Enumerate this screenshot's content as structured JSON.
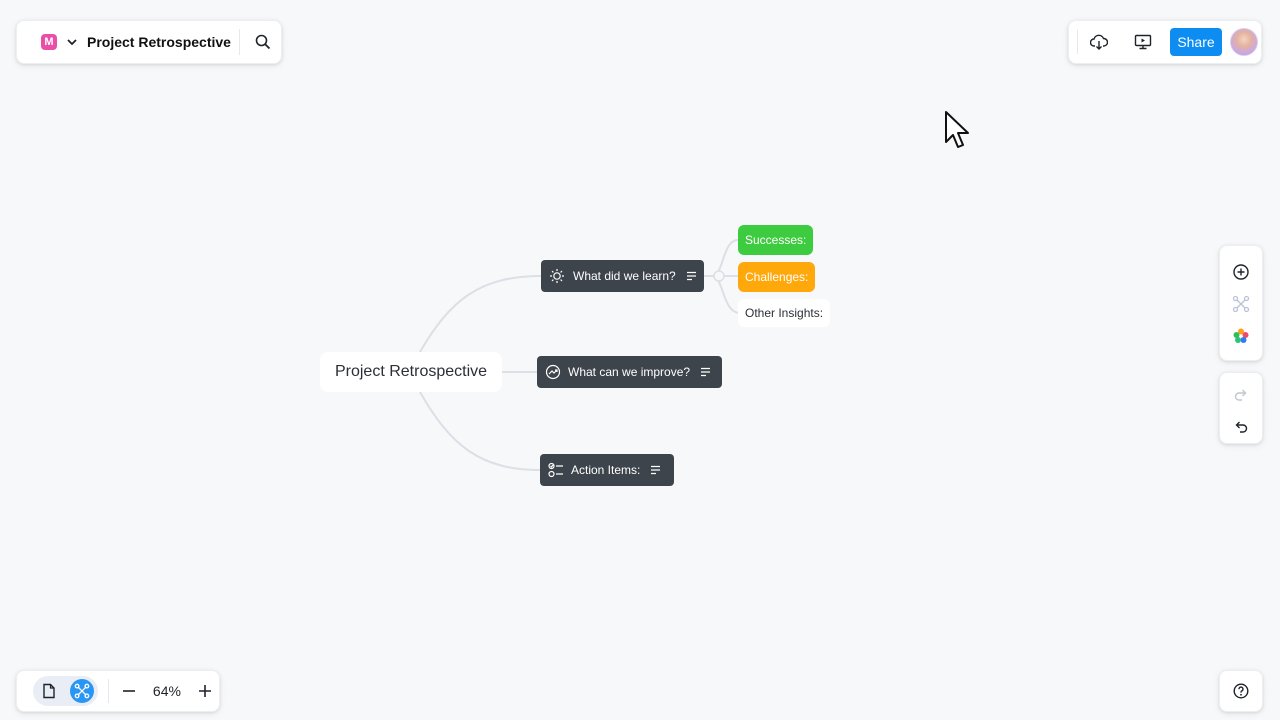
{
  "app": {
    "logo_letter": "M",
    "document_title": "Project Retrospective"
  },
  "toolbar": {
    "share_label": "Share"
  },
  "mindmap": {
    "root": "Project Retrospective",
    "branches": [
      {
        "label": "What did we learn?",
        "icon": "lightbulb-icon",
        "children": [
          {
            "label": "Successes:",
            "color": "#3dcb3f"
          },
          {
            "label": "Challenges:",
            "color": "#ffa80c"
          },
          {
            "label": "Other Insights:",
            "color": "#ffffff"
          }
        ]
      },
      {
        "label": "What can we improve?",
        "icon": "trend-icon"
      },
      {
        "label": "Action Items:",
        "icon": "checklist-icon"
      }
    ]
  },
  "zoom": {
    "value": "64%"
  },
  "colors": {
    "accent": "#0d8df2",
    "node_dark": "#3d444c",
    "canvas": "#f7f8fa",
    "line": "#dcdfe5"
  }
}
